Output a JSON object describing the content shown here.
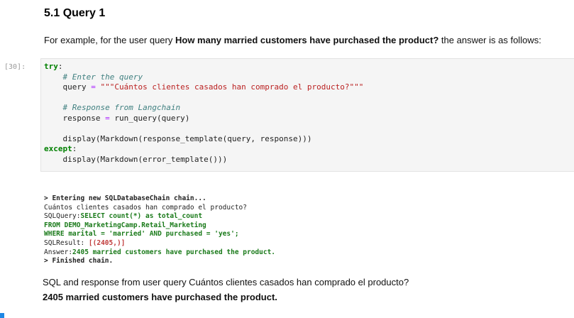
{
  "heading": "5.1 Query 1",
  "intro": {
    "prefix": "For example, for the user query ",
    "query": "How many married customers have purchased the product?",
    "suffix": " the answer is as follows:"
  },
  "cell": {
    "prompt": "[30]:",
    "code": {
      "try_kw": "try",
      "c1": "# Enter the query",
      "query_var": "query",
      "query_str": "\"\"\"Cuántos clientes casados han comprado el producto?\"\"\"",
      "c2": "# Response from Langchain",
      "resp_var": "response",
      "resp_call": "run_query(query)",
      "display1": "display(Markdown(response_template(query, response)))",
      "except_kw": "except",
      "display2": "display(Markdown(error_template()))"
    }
  },
  "output": {
    "l1": "> Entering new SQLDatabaseChain chain...",
    "l2": "Cuántos clientes casados han comprado el producto?",
    "l3a": "SQLQuery:",
    "l3b": "SELECT count(*) as total_count",
    "l4": "FROM DEMO_MarketingCamp.Retail_Marketing",
    "l5": "WHERE marital = 'married' AND purchased = 'yes';",
    "l6a": "SQLResult: ",
    "l6b": "[(2405,)]",
    "l7a": "Answer:",
    "l7b": "2405 married customers have purchased the product.",
    "l8": "> Finished chain."
  },
  "result": {
    "text": "SQL and response from user query Cuántos clientes casados han comprado el producto?",
    "answer": "2405 married customers have purchased the product."
  }
}
